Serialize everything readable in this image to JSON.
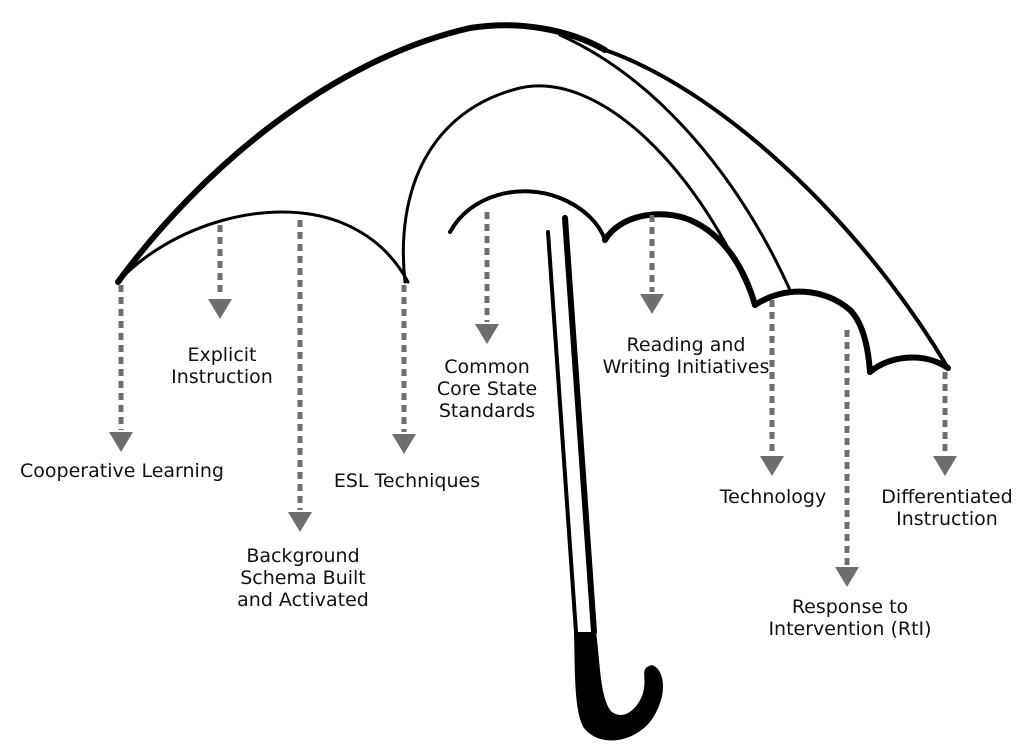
{
  "labels": {
    "cooperative_learning": [
      "Cooperative Learning"
    ],
    "explicit_instruction": [
      "Explicit",
      "Instruction"
    ],
    "background_schema": [
      "Background",
      "Schema Built",
      "and Activated"
    ],
    "esl_techniques": [
      "ESL Techniques"
    ],
    "common_core": [
      "Common",
      "Core State",
      "Standards"
    ],
    "reading_writing": [
      "Reading and",
      "Writing Initiatives"
    ],
    "technology": [
      "Technology"
    ],
    "differentiated_instruction": [
      "Differentiated",
      "Instruction"
    ],
    "response_to_intervention": [
      "Response to",
      "Intervention (RtI)"
    ]
  },
  "colors": {
    "outline": "#000000",
    "arrow": "#6e6e6e",
    "text": "#111111"
  }
}
